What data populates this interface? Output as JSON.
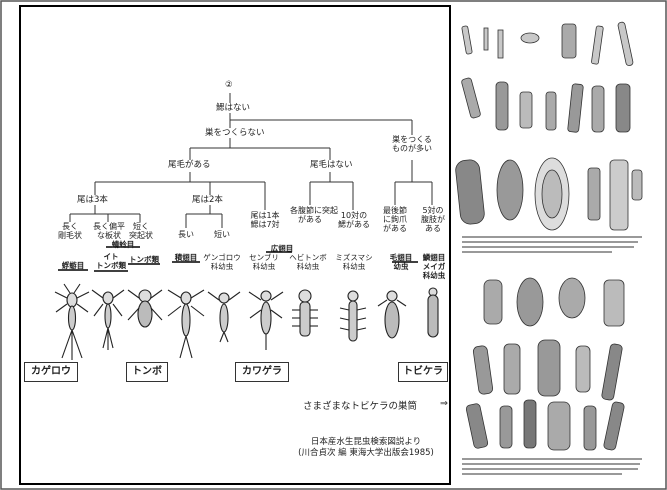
{
  "key": {
    "step": "②",
    "root": "鰓はない",
    "l1": {
      "left": "巣をつくらない",
      "right": "巣をつくる\nものが多い"
    },
    "l2": {
      "left": "尾毛がある",
      "right": "尾毛はない"
    },
    "l3": {
      "a": "尾は3本",
      "b": "尾は2本"
    },
    "leaves": {
      "a1": "長く\n剛毛状",
      "a2": "長く偏平\nな板状",
      "a3": "短く\n突起状",
      "b1": "長い",
      "b2": "短い",
      "b3": "尾は1本\n鰓は7対",
      "c1": "各腹節に突起\nがある",
      "c2": "10対の\n鰓がある",
      "d1": "最後節\nに鉤爪\nがある",
      "d2": "5対の\n腹肢が\nある"
    },
    "group_label_tonbo": "蜻蛉目",
    "group_label_kouryu": "広翅目",
    "orders": {
      "kagerou": "蜉蝣目",
      "ito": "イト\nトンボ類",
      "tonbo_rui": "トンボ類",
      "kawagera": "積翅目",
      "genji": "ゲンゴロウ\n科幼虫",
      "senburi": "センブリ\n科幼虫",
      "hebi": "ヘビトンボ\n科幼虫",
      "misu": "ミズスマシ\n科幼虫",
      "mouji": "毛翅目\n幼虫",
      "rinshi": "鱗翅目\nメイガ\n科幼虫"
    }
  },
  "boxes": [
    "カゲロウ",
    "トンボ",
    "カワゲラ",
    "トビケラ"
  ],
  "caption": "さまざまなトビケラの巣筒",
  "arrow": "⇒",
  "source": "日本産水生昆虫検索図説より\n(川合貞次 編 東海大学出版会1985)"
}
